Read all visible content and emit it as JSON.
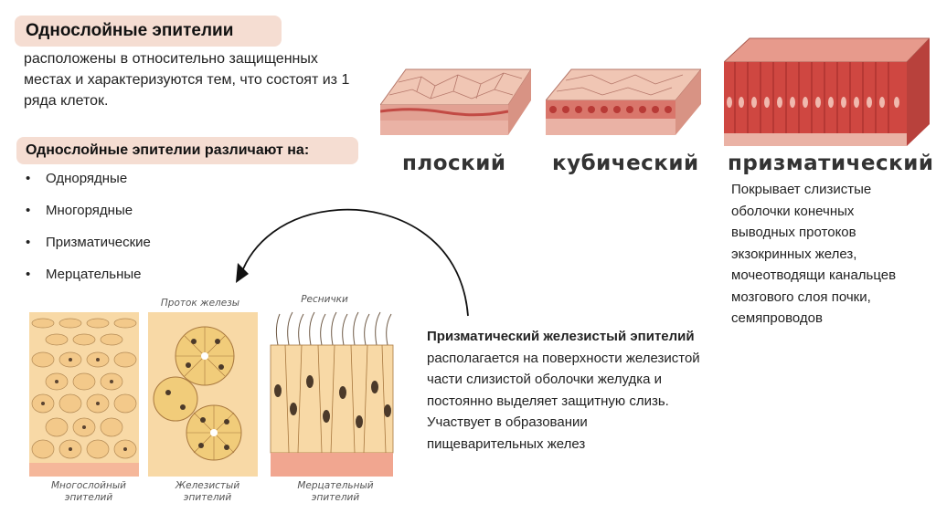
{
  "header": {
    "title": "Однослойные эпителии",
    "intro": "расположены в относительно защищенных местах и характеризуются тем, что состоят из 1 ряда клеток."
  },
  "types_section": {
    "title": "Однослойные эпителии различают на:",
    "items": [
      "Однорядные",
      "Многорядные",
      "Призматические",
      "Мерцательные"
    ]
  },
  "epithelium_types": [
    {
      "label": "плоский"
    },
    {
      "label": "кубический"
    },
    {
      "label": "призматический"
    }
  ],
  "prismatic_description": "Покрывает слизистые оболочки конечных выводных протоков экзокринных желез, мочеотводящи канальцев мозгового слоя почки, семяпроводов",
  "glandular": {
    "bold_title": "Призматический железистый эпителий",
    "text": " располагается на поверхности железистой части слизистой оболочки желудка и постоянно выделяет защитную слизь. Участвует в образовании пищеварительных желез"
  },
  "micrographs": {
    "duct_label": "Проток железы",
    "cilia_label": "Реснички",
    "panels": [
      {
        "line1": "Многослойный",
        "line2": "эпителий"
      },
      {
        "line1": "Железистый",
        "line2": "эпителий"
      },
      {
        "line1": "Мерцательный",
        "line2": "эпителий"
      }
    ]
  },
  "colors": {
    "badge_bg": "#f5ddd2",
    "tissue_pink": "#e6a79a",
    "tissue_red": "#c9433f",
    "cell_yellow": "#f3d58a"
  }
}
